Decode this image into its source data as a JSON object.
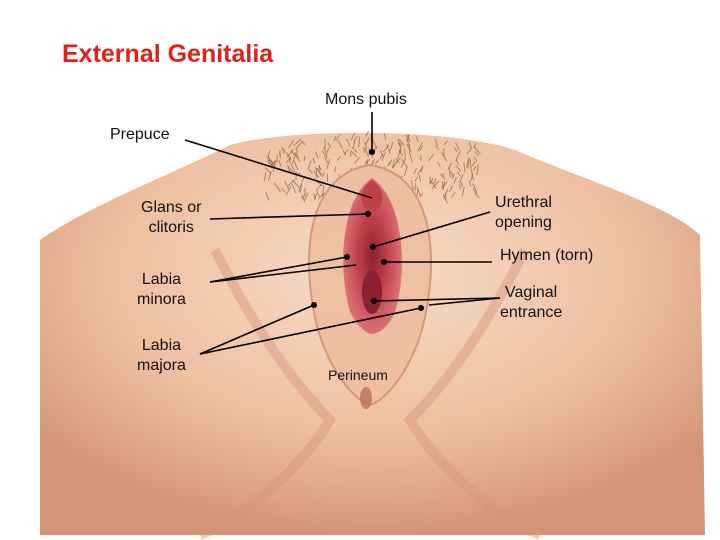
{
  "title": "External Genitalia",
  "colors": {
    "title": "#e0201a",
    "skin_light": "#f6dcc6",
    "skin_mid": "#eec0a0",
    "skin_shadow": "#d4957a",
    "skin_deep": "#b87060",
    "mucosa": "#e07a7c",
    "mucosa_dark": "#c0404a",
    "mucosa_deep": "#8c2030",
    "hair": "#9a6a45",
    "leader": "#000000"
  },
  "labels": {
    "mons_pubis": "Mons pubis",
    "prepuce": "Prepuce",
    "glans": "Glans or\nclitoris",
    "urethral_opening": "Urethral\nopening",
    "hymen": "Hymen (torn)",
    "labia_minora": "Labia\nminora",
    "vaginal_entrance": "Vaginal\nentrance",
    "labia_majora": "Labia\nmajora",
    "perineum": "Perineum"
  }
}
